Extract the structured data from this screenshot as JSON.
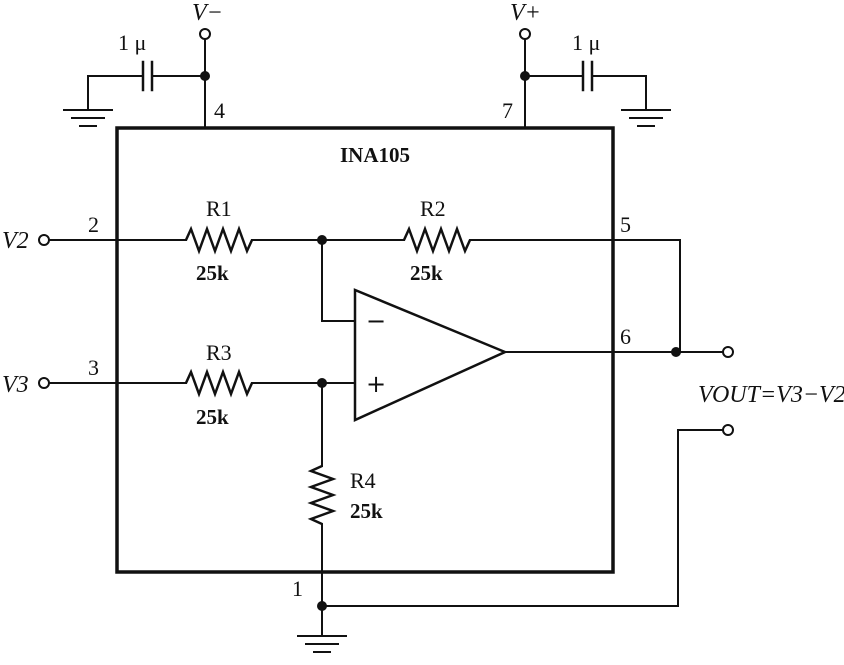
{
  "chip": {
    "name": "INA105"
  },
  "pins": {
    "p1": "1",
    "p2": "2",
    "p3": "3",
    "p4": "4",
    "p5": "5",
    "p6": "6",
    "p7": "7"
  },
  "resistors": {
    "r1": {
      "name": "R1",
      "value": "25k"
    },
    "r2": {
      "name": "R2",
      "value": "25k"
    },
    "r3": {
      "name": "R3",
      "value": "25k"
    },
    "r4": {
      "name": "R4",
      "value": "25k"
    }
  },
  "capacitors": {
    "left": {
      "value": "1 μ"
    },
    "right": {
      "value": "1 μ"
    }
  },
  "supplies": {
    "neg": "V−",
    "pos": "V+"
  },
  "inputs": {
    "v2": "V2",
    "v3": "V3"
  },
  "output": {
    "expression": "VOUT=V3−V2"
  },
  "opamp": {
    "inv": "−",
    "noninv": "+"
  }
}
